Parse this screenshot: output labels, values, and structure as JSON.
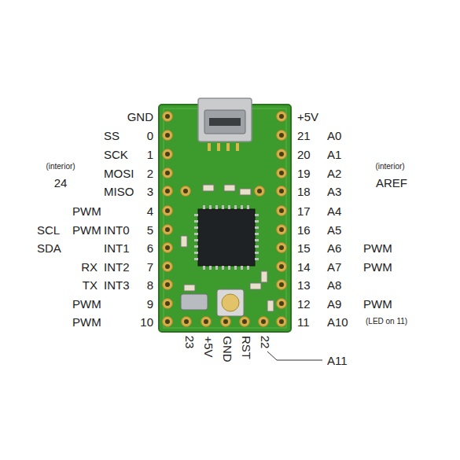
{
  "diagram": {
    "labels": [
      "GND",
      "+5V",
      "SS",
      "0",
      "21",
      "A0",
      "SCK",
      "1",
      "20",
      "A1",
      "(interior)",
      "MOSI",
      "2",
      "19",
      "A2",
      "(interior)",
      "24",
      "MISO",
      "3",
      "18",
      "A3",
      "AREF",
      "PWM",
      "4",
      "17",
      "A4",
      "SCL",
      "PWM",
      "INT0",
      "5",
      "16",
      "A5",
      "SDA",
      "INT1",
      "6",
      "15",
      "A6",
      "PWM",
      "RX",
      "INT2",
      "7",
      "14",
      "A7",
      "PWM",
      "TX",
      "INT3",
      "8",
      "13",
      "A8",
      "PWM",
      "9",
      "12",
      "A9",
      "PWM",
      "PWM",
      "10",
      "11",
      "A10",
      "(LED on 11)",
      "23",
      "+5V",
      "GND",
      "RST",
      "22",
      "A11"
    ]
  }
}
